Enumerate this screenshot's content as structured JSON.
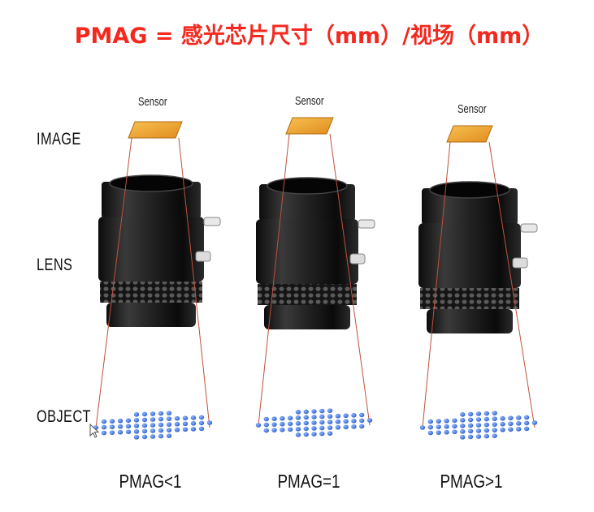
{
  "title": "PMAG = 感光芯片尺寸（mm）/视场（mm）",
  "row_labels": {
    "image": "IMAGE",
    "lens": "LENS",
    "object": "OBJECT"
  },
  "sensor_label": "Sensor",
  "panels": [
    {
      "caption": "PMAG<1"
    },
    {
      "caption": "PMAG=1"
    },
    {
      "caption": "PMAG>1"
    }
  ],
  "colors": {
    "title": "#f4281e",
    "sensor": "#f0a830",
    "ray": "#c0503c",
    "object_dots": "#3a6fd8",
    "lens_body": "#1a1a1a"
  },
  "icons": [
    "mouse-cursor-icon"
  ]
}
